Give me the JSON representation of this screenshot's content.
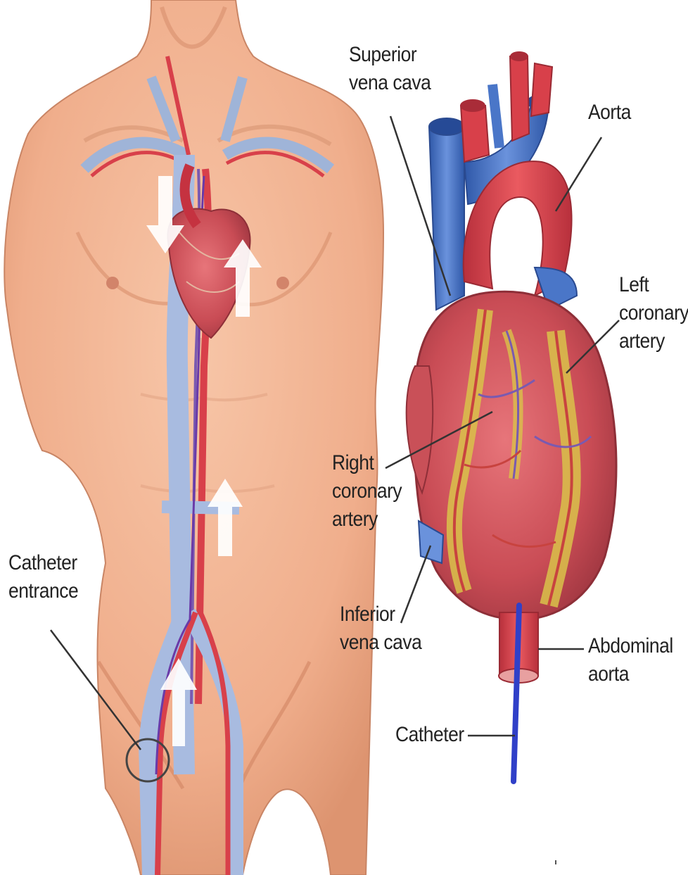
{
  "labels": {
    "superior_vena_cava": [
      "Superior",
      "vena cava"
    ],
    "aorta": [
      "Aorta"
    ],
    "left_coronary_artery": [
      "Left",
      "coronary",
      "artery"
    ],
    "right_coronary_artery": [
      "Right",
      "coronary",
      "artery"
    ],
    "inferior_vena_cava": [
      "Inferior",
      "vena cava"
    ],
    "abdominal_aorta": [
      "Abdominal",
      "aorta"
    ],
    "catheter": [
      "Catheter"
    ],
    "catheter_entrance": [
      "Catheter",
      "entrance"
    ]
  },
  "colors": {
    "skin": "#f2b493",
    "skin_shadow": "#d98f6c",
    "artery": "#d8404a",
    "vein": "#4a76c8",
    "vein_light": "#9fb4d8",
    "fat": "#d9c24a",
    "catheter": "#3040c8",
    "leader": "#333333"
  }
}
